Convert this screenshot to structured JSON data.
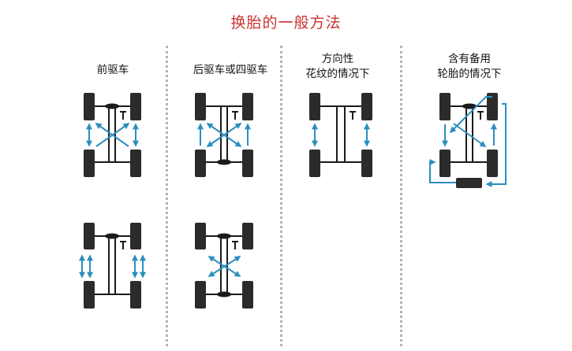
{
  "title": "换胎的一般方法",
  "columns": [
    {
      "id": "front",
      "label": "前驱车"
    },
    {
      "id": "rear",
      "label": "后驱车或四驱车"
    },
    {
      "id": "directional",
      "label_lines": [
        "方向性",
        "花纹的情况下"
      ]
    },
    {
      "id": "spare",
      "label_lines": [
        "含有备用",
        "轮胎的情况下"
      ]
    }
  ],
  "colors": {
    "title": "#c8332e",
    "tire": "#2b2b2b",
    "chassis": "#1a1a1a",
    "arrow": "#2a8fbf",
    "divider": "#b3b3b3"
  }
}
